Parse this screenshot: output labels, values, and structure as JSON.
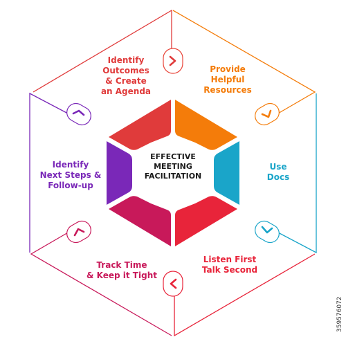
{
  "center_title": "EFFECTIVE\nMEETING\nFACILITATION",
  "stock_id": "359576072",
  "segments": [
    {
      "label": "Identify\nOutcomes\n& Create\nan Agenda",
      "color": "#e03b3b"
    },
    {
      "label": "Provide\nHelpful\nResources",
      "color": "#f47c0a"
    },
    {
      "label": "Use\nDocs",
      "color": "#1aa5c9"
    },
    {
      "label": "Listen First\nTalk Second",
      "color": "#e8243a"
    },
    {
      "label": "Track Time\n& Keep it Tight",
      "color": "#c8195a"
    },
    {
      "label": "Identify\nNext Steps &\nFollow-up",
      "color": "#7a28b8"
    }
  ]
}
